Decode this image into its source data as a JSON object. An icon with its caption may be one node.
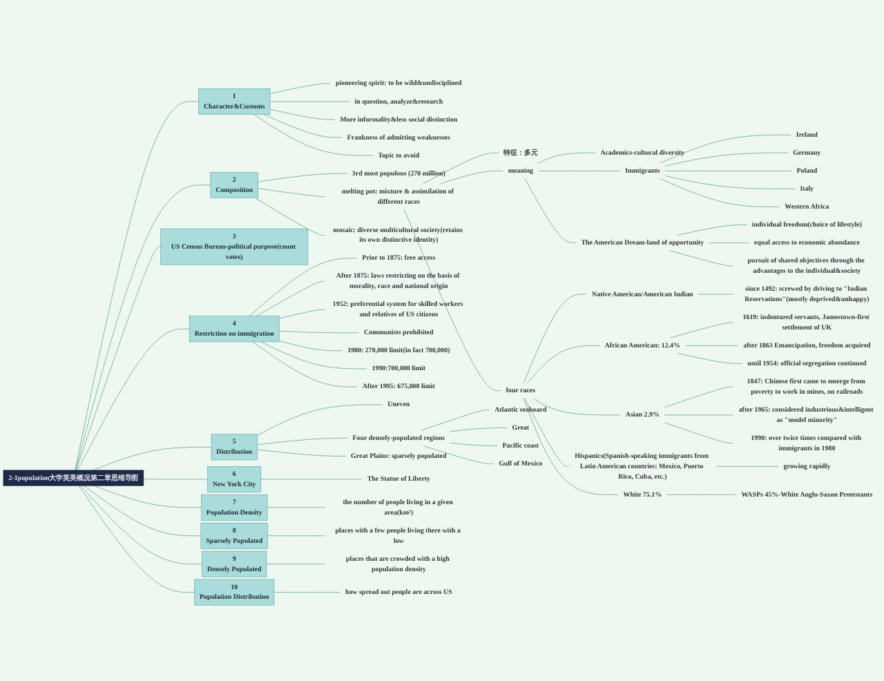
{
  "diagram": {
    "nodes": [
      {
        "text": [
          "2-1population大学英美概况第二章思维导图"
        ]
      },
      {
        "text": [
          "1",
          "Character&Customs"
        ]
      },
      {
        "text": [
          "pioneering spirit: to be wild&undisciplined"
        ]
      },
      {
        "text": [
          "in question, analyze&research"
        ]
      },
      {
        "text": [
          "More informality&less social distinction"
        ]
      },
      {
        "text": [
          "Frankness of admitting weaknesses"
        ]
      },
      {
        "text": [
          "Topic to avoid"
        ]
      },
      {
        "text": [
          "2",
          "Composition"
        ]
      },
      {
        "text": [
          "3rd most populous (270 million)"
        ]
      },
      {
        "text": [
          "melting pot: mixture & assimilation of different races"
        ]
      },
      {
        "text": [
          "特征：多元"
        ]
      },
      {
        "text": [
          "meaning"
        ]
      },
      {
        "text": [
          "Academics-cultural diversity"
        ]
      },
      {
        "text": [
          "Immigrants"
        ]
      },
      {
        "text": [
          "Ireland"
        ]
      },
      {
        "text": [
          "Germany"
        ]
      },
      {
        "text": [
          "Poland"
        ]
      },
      {
        "text": [
          "Italy"
        ]
      },
      {
        "text": [
          "Western Africa"
        ]
      },
      {
        "text": [
          "The American Dream-land of opportunity"
        ]
      },
      {
        "text": [
          "individual freedom(choice of lifestyle)"
        ]
      },
      {
        "text": [
          "equal access to economic abundance"
        ]
      },
      {
        "text": [
          "pursuit of shared objectives through the advantages to the individual&society"
        ]
      },
      {
        "text": [
          "four races"
        ]
      },
      {
        "text": [
          "Native American/American Indian"
        ]
      },
      {
        "text": [
          "since 1492: screwed by driving to \"Indian Reservations\"(mostly deprived&unhappy)"
        ]
      },
      {
        "text": [
          "African American: 12.4%"
        ]
      },
      {
        "text": [
          "1619: indentured servants, Jamestown-first settlement of UK"
        ]
      },
      {
        "text": [
          "after 1863 Emancipation, freedom acquired"
        ]
      },
      {
        "text": [
          "until 1954: official segregation continued"
        ]
      },
      {
        "text": [
          "Asian 2.9%"
        ]
      },
      {
        "text": [
          "1847: Chinese first came to emerge from poverty to work in mines, on railroads"
        ]
      },
      {
        "text": [
          "after 1965: considered industrious&intelligent as \"model minority\""
        ]
      },
      {
        "text": [
          "1990: over twice times compared with immigrants in 1980"
        ]
      },
      {
        "text": [
          "Hispanics(Spanish-speaking immigrants from Latin American countries: Mexico, Puerto Rico, Cuba, etc.)"
        ]
      },
      {
        "text": [
          "growing rapidly"
        ]
      },
      {
        "text": [
          "White 75.1%"
        ]
      },
      {
        "text": [
          "WASPs 45%-White Anglo-Saxon Protestants"
        ]
      },
      {
        "text": [
          "mosaic: diverse multicultural society(retains its own distinctive identity)"
        ]
      },
      {
        "text": [
          "3",
          "US Census Bureau-political purpose(count votes)"
        ]
      },
      {
        "text": [
          "4",
          "Restriction on immigration"
        ]
      },
      {
        "text": [
          "Prior to 1875: free access"
        ]
      },
      {
        "text": [
          "After 1875: laws restricting on the basis of morality, race and national origin"
        ]
      },
      {
        "text": [
          "1952: preferential system for skilled workers and relatives of US citizens"
        ]
      },
      {
        "text": [
          "Communists prohibited"
        ]
      },
      {
        "text": [
          "1980: 270,000 limit(in fact 700,000)"
        ]
      },
      {
        "text": [
          "1990:700,000 limit"
        ]
      },
      {
        "text": [
          "After 1995: 675,000 limit"
        ]
      },
      {
        "text": [
          "5",
          "Distribution"
        ]
      },
      {
        "text": [
          "Uneven"
        ]
      },
      {
        "text": [
          "Four densely-populated regions"
        ]
      },
      {
        "text": [
          "Atlantic seaboard"
        ]
      },
      {
        "text": [
          "Great"
        ]
      },
      {
        "text": [
          "Pacific coast"
        ]
      },
      {
        "text": [
          "Gulf of Mexico"
        ]
      },
      {
        "text": [
          "Great Plains: sparsely populated"
        ]
      },
      {
        "text": [
          "6",
          "New York City"
        ]
      },
      {
        "text": [
          "The Statue of Liberty"
        ]
      },
      {
        "text": [
          "7",
          "Population Density"
        ]
      },
      {
        "text": [
          "the number of people living in a given area(km²)"
        ]
      },
      {
        "text": [
          "8",
          "Sparsely Populated"
        ]
      },
      {
        "text": [
          "places with a few people living there with a low"
        ]
      },
      {
        "text": [
          "9",
          "Densely Populated"
        ]
      },
      {
        "text": [
          "places that are crowded with a high population density"
        ]
      },
      {
        "text": [
          "10",
          "Population Distribution"
        ]
      },
      {
        "text": [
          "how spread out people are across US"
        ]
      }
    ],
    "edges": [
      {
        "from": 0,
        "to": 1,
        "arrow": "none"
      },
      {
        "from": 1,
        "to": 2,
        "arrow": "none"
      },
      {
        "from": 1,
        "to": 3,
        "arrow": "none"
      },
      {
        "from": 1,
        "to": 4,
        "arrow": "none"
      },
      {
        "from": 1,
        "to": 5,
        "arrow": "none"
      },
      {
        "from": 1,
        "to": 6,
        "arrow": "none"
      },
      {
        "from": 0,
        "to": 7,
        "arrow": "none"
      },
      {
        "from": 7,
        "to": 8,
        "arrow": "none"
      },
      {
        "from": 7,
        "to": 9,
        "arrow": "none"
      },
      {
        "from": 9,
        "to": 10,
        "arrow": "none"
      },
      {
        "from": 9,
        "to": 11,
        "arrow": "none"
      },
      {
        "from": 11,
        "to": 12,
        "arrow": "none"
      },
      {
        "from": 11,
        "to": 13,
        "arrow": "none"
      },
      {
        "from": 13,
        "to": 14,
        "arrow": "none"
      },
      {
        "from": 13,
        "to": 15,
        "arrow": "none"
      },
      {
        "from": 13,
        "to": 16,
        "arrow": "none"
      },
      {
        "from": 13,
        "to": 17,
        "arrow": "none"
      },
      {
        "from": 13,
        "to": 18,
        "arrow": "none"
      },
      {
        "from": 11,
        "to": 19,
        "arrow": "none"
      },
      {
        "from": 19,
        "to": 20,
        "arrow": "none"
      },
      {
        "from": 19,
        "to": 21,
        "arrow": "none"
      },
      {
        "from": 19,
        "to": 22,
        "arrow": "none"
      },
      {
        "from": 9,
        "to": 23,
        "arrow": "none"
      },
      {
        "from": 23,
        "to": 24,
        "arrow": "none"
      },
      {
        "from": 24,
        "to": 25,
        "arrow": "none"
      },
      {
        "from": 23,
        "to": 26,
        "arrow": "none"
      },
      {
        "from": 26,
        "to": 27,
        "arrow": "none"
      },
      {
        "from": 26,
        "to": 28,
        "arrow": "none"
      },
      {
        "from": 26,
        "to": 29,
        "arrow": "none"
      },
      {
        "from": 23,
        "to": 30,
        "arrow": "none"
      },
      {
        "from": 30,
        "to": 31,
        "arrow": "none"
      },
      {
        "from": 30,
        "to": 32,
        "arrow": "none"
      },
      {
        "from": 30,
        "to": 33,
        "arrow": "none"
      },
      {
        "from": 23,
        "to": 34,
        "arrow": "none"
      },
      {
        "from": 34,
        "to": 35,
        "arrow": "none"
      },
      {
        "from": 23,
        "to": 36,
        "arrow": "none"
      },
      {
        "from": 36,
        "to": 37,
        "arrow": "none"
      },
      {
        "from": 7,
        "to": 38,
        "arrow": "none"
      },
      {
        "from": 0,
        "to": 39,
        "arrow": "none"
      },
      {
        "from": 0,
        "to": 40,
        "arrow": "none"
      },
      {
        "from": 40,
        "to": 41,
        "arrow": "none"
      },
      {
        "from": 40,
        "to": 42,
        "arrow": "none"
      },
      {
        "from": 40,
        "to": 43,
        "arrow": "none"
      },
      {
        "from": 40,
        "to": 44,
        "arrow": "none"
      },
      {
        "from": 40,
        "to": 45,
        "arrow": "none"
      },
      {
        "from": 40,
        "to": 46,
        "arrow": "none"
      },
      {
        "from": 40,
        "to": 47,
        "arrow": "none"
      },
      {
        "from": 0,
        "to": 48,
        "arrow": "none"
      },
      {
        "from": 48,
        "to": 49,
        "arrow": "none"
      },
      {
        "from": 48,
        "to": 50,
        "arrow": "none"
      },
      {
        "from": 50,
        "to": 51,
        "arrow": "none"
      },
      {
        "from": 50,
        "to": 52,
        "arrow": "none"
      },
      {
        "from": 50,
        "to": 53,
        "arrow": "none"
      },
      {
        "from": 50,
        "to": 54,
        "arrow": "none"
      },
      {
        "from": 48,
        "to": 55,
        "arrow": "none"
      },
      {
        "from": 0,
        "to": 56,
        "arrow": "none"
      },
      {
        "from": 56,
        "to": 57,
        "arrow": "none"
      },
      {
        "from": 0,
        "to": 58,
        "arrow": "none"
      },
      {
        "from": 58,
        "to": 59,
        "arrow": "none"
      },
      {
        "from": 0,
        "to": 60,
        "arrow": "none"
      },
      {
        "from": 60,
        "to": 61,
        "arrow": "none"
      },
      {
        "from": 0,
        "to": 62,
        "arrow": "none"
      },
      {
        "from": 62,
        "to": 63,
        "arrow": "none"
      },
      {
        "from": 0,
        "to": 64,
        "arrow": "none"
      },
      {
        "from": 64,
        "to": 65,
        "arrow": "none"
      }
    ]
  }
}
